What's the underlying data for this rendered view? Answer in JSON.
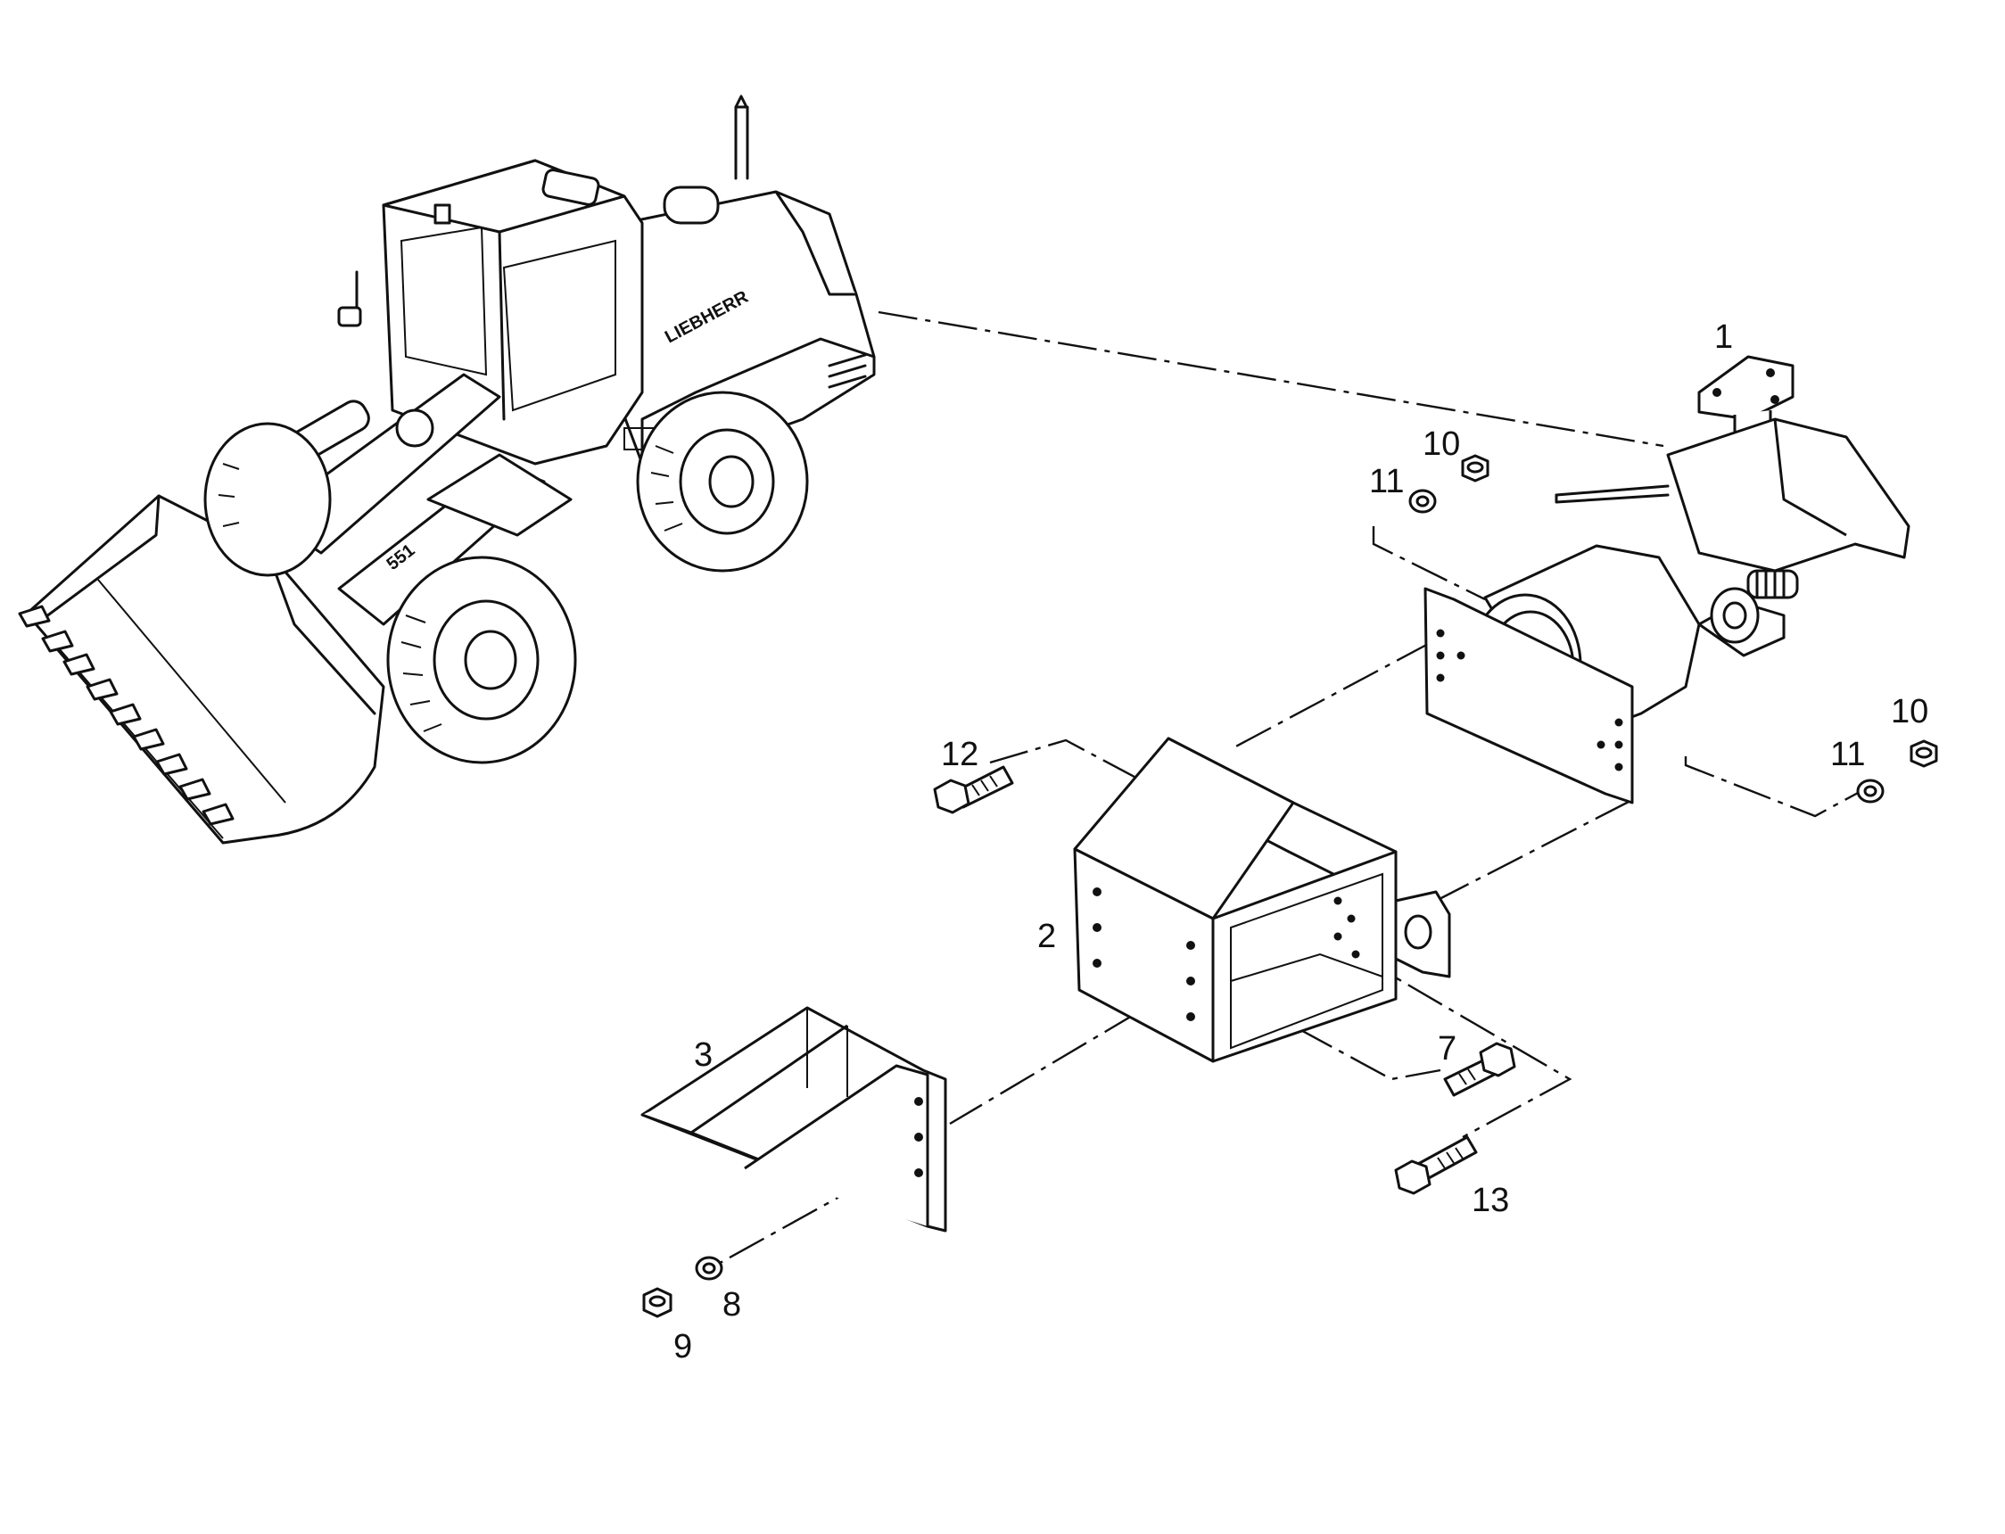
{
  "machine": {
    "brand_text": "LIEBHERR",
    "model_text": "551"
  },
  "parts": [
    {
      "number": "1",
      "name": "coupling"
    },
    {
      "number": "2",
      "name": "housing"
    },
    {
      "number": "3",
      "name": "bracket"
    },
    {
      "number": "7",
      "name": "bolt"
    },
    {
      "number": "8",
      "name": "washer"
    },
    {
      "number": "9",
      "name": "nut"
    },
    {
      "number": "10",
      "name": "nut"
    },
    {
      "number": "11",
      "name": "washer"
    },
    {
      "number": "12",
      "name": "bolt"
    },
    {
      "number": "13",
      "name": "bolt"
    }
  ],
  "labels": {
    "p1": "1",
    "p2": "2",
    "p3": "3",
    "p7": "7",
    "p8": "8",
    "p9": "9",
    "p10_top": "10",
    "p11_top": "11",
    "p10_right": "10",
    "p11_right": "11",
    "p12": "12",
    "p13": "13"
  }
}
